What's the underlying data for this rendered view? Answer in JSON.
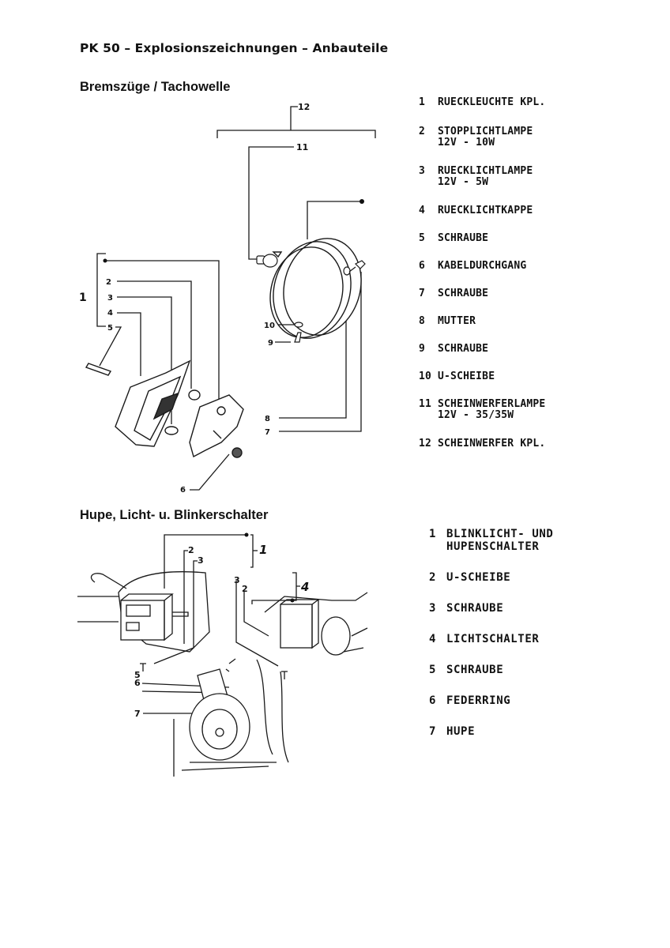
{
  "page_title": "PK 50 – Explosionszeichnungen – Anbauteile",
  "sections": [
    {
      "title": "Bremszüge / Tachowelle",
      "callouts": [
        "1",
        "2",
        "3",
        "4",
        "5",
        "6",
        "7",
        "8",
        "9",
        "10",
        "11",
        "12"
      ],
      "parts": [
        {
          "no": "1",
          "lines": [
            "RUECKLEUCHTE KPL."
          ]
        },
        {
          "no": "2",
          "lines": [
            "STOPPLICHTLAMPE",
            "12V - 10W"
          ]
        },
        {
          "no": "3",
          "lines": [
            "RUECKLICHTLAMPE",
            "12V - 5W"
          ]
        },
        {
          "no": "4",
          "lines": [
            "RUECKLICHTKAPPE"
          ]
        },
        {
          "no": "5",
          "lines": [
            "SCHRAUBE"
          ]
        },
        {
          "no": "6",
          "lines": [
            "KABELDURCHGANG"
          ]
        },
        {
          "no": "7",
          "lines": [
            "SCHRAUBE"
          ]
        },
        {
          "no": "8",
          "lines": [
            "MUTTER"
          ]
        },
        {
          "no": "9",
          "lines": [
            "SCHRAUBE"
          ]
        },
        {
          "no": "10",
          "lines": [
            "U-SCHEIBE"
          ]
        },
        {
          "no": "11",
          "lines": [
            "SCHEINWERFERLAMPE",
            "12V - 35/35W"
          ]
        },
        {
          "no": "12",
          "lines": [
            "SCHEINWERFER KPL."
          ]
        }
      ]
    },
    {
      "title": "Hupe, Licht- u. Blinkerschalter",
      "callouts": [
        "1",
        "2",
        "3",
        "3",
        "2",
        "4",
        "5",
        "6",
        "7"
      ],
      "parts": [
        {
          "no": "1",
          "lines": [
            "BLINKLICHT- UND",
            "HUPENSCHALTER"
          ]
        },
        {
          "no": "2",
          "lines": [
            "U-SCHEIBE"
          ]
        },
        {
          "no": "3",
          "lines": [
            "SCHRAUBE"
          ]
        },
        {
          "no": "4",
          "lines": [
            "LICHTSCHALTER"
          ]
        },
        {
          "no": "5",
          "lines": [
            "SCHRAUBE"
          ]
        },
        {
          "no": "6",
          "lines": [
            "FEDERRING"
          ]
        },
        {
          "no": "7",
          "lines": [
            "HUPE"
          ]
        }
      ]
    }
  ]
}
